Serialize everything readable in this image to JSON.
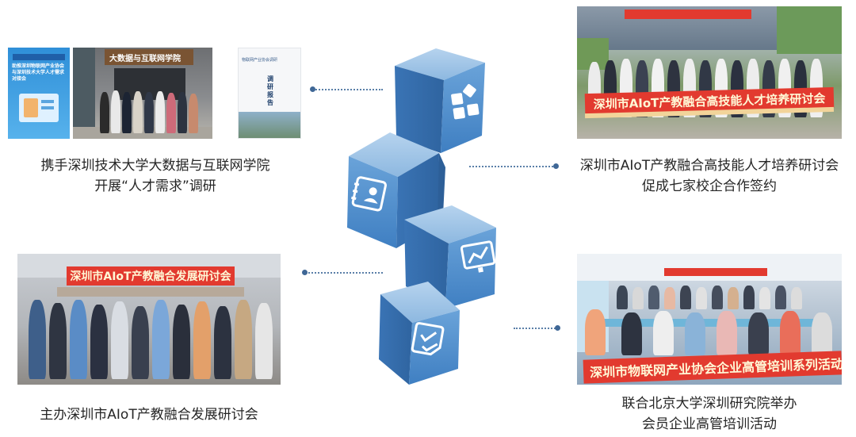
{
  "items": [
    {
      "id": "top-left",
      "line1": "携手深圳技术大学大数据与互联网学院",
      "line2": "开展“人才需求”调研"
    },
    {
      "id": "top-right",
      "line1": "深圳市AIoT产教融合高技能人才培养研讨会",
      "line2": "促成七家校企合作签约"
    },
    {
      "id": "bottom-left",
      "line1": "主办深圳市AIoT产教融合发展研讨会",
      "line2": ""
    },
    {
      "id": "bottom-right",
      "line1": "联合北京大学深圳研究院举办",
      "line2": "会员企业高管培训活动"
    }
  ],
  "photos": {
    "poster_text": "助推深圳物联网产业协会与深圳技术大学人才需求对接会",
    "building_sign": "大数据与互联网学院",
    "report_title": "调研报告",
    "report_header": "物联网产业协会调研",
    "banner_top_right": "深圳市AIoT产教融合高技能人才培养研讨会",
    "banner_bottom_left": "深圳市AIoT产教融合发展研讨会",
    "banner_bottom_right": "深圳市物联网产业协会企业高管培训系列活动"
  },
  "icons": [
    "grid-apps-icon",
    "contact-card-icon",
    "presentation-chart-icon",
    "checklist-icon"
  ],
  "colors": {
    "cube_top": "#8fb9e0",
    "cube_front": "#4f8bcb",
    "cube_side": "#3a74b5",
    "connector": "#3f6796",
    "banner": "#e23a2f"
  }
}
